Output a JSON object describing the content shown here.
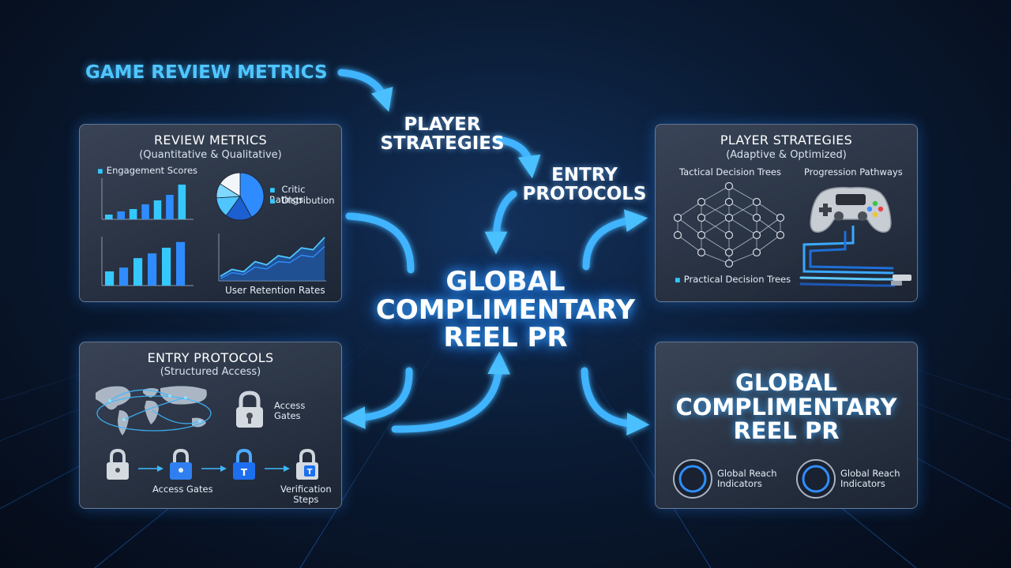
{
  "flow": {
    "title": "GAME REVIEW METRICS",
    "step_player": [
      "PLAYER",
      "STRATEGIES"
    ],
    "step_entry": [
      "ENTRY",
      "PROTOCOLS"
    ],
    "center": [
      "GLOBAL",
      "COMPLIMENTARY",
      "REEL PR"
    ]
  },
  "review_panel": {
    "title": "REVIEW METRICS",
    "subtitle": "(Quantitative & Qualitative)",
    "engagement_label": "Engagement Scores",
    "critic_label": [
      "Critic Ratings",
      "Distribution"
    ],
    "retention_label": "User Retention Rates",
    "bars_top": [
      0.12,
      0.2,
      0.26,
      0.38,
      0.48,
      0.62,
      0.88
    ],
    "bars_bottom": [
      0.3,
      0.38,
      0.58,
      0.68,
      0.8,
      0.92
    ],
    "pie": [
      0.42,
      0.18,
      0.14,
      0.1,
      0.16
    ],
    "line_a": [
      0.1,
      0.25,
      0.2,
      0.42,
      0.35,
      0.55,
      0.5,
      0.72,
      0.68,
      0.95
    ],
    "line_b": [
      0.05,
      0.18,
      0.14,
      0.3,
      0.26,
      0.42,
      0.4,
      0.56,
      0.52,
      0.75
    ]
  },
  "player_panel": {
    "title": "PLAYER STRATEGIES",
    "subtitle": "(Adaptive & Optimized)",
    "tree_label": "Tactical Decision Trees",
    "progression_label": "Progression Pathways",
    "practical_label": "Practical Decision Trees"
  },
  "entry_panel": {
    "title": "ENTRY PROTOCOLS",
    "subtitle": "(Structured Access)",
    "access_label_top": [
      "Access",
      "Gates"
    ],
    "access_label_bottom": "Access Gates",
    "verification_label": [
      "Verification",
      "Steps"
    ]
  },
  "global_panel": {
    "title": [
      "GLOBAL",
      "COMPLIMENTARY",
      "REEL PR"
    ],
    "indicator_1": [
      "Global Reach",
      "Indicators"
    ],
    "indicator_2": [
      "Global Reach",
      "Indicators"
    ]
  },
  "colors": {
    "accent": "#3fb8ff",
    "glow": "#1e8cff",
    "panel": "#2f3a4c"
  }
}
